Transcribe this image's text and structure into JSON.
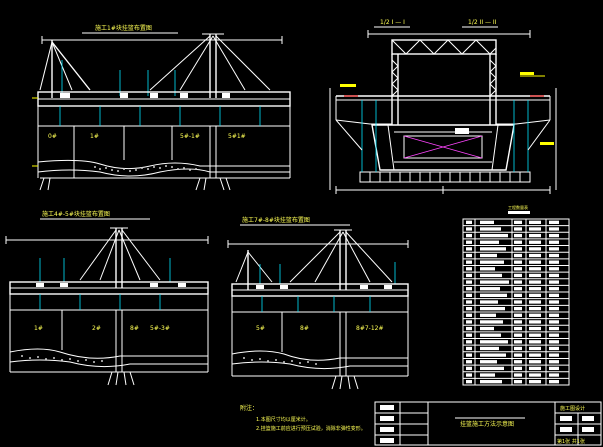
{
  "views": {
    "top_left": {
      "title": "施工1#块挂篮布置图",
      "spans": [
        "0#",
        "1#",
        "5#-1#",
        "5#1#"
      ]
    },
    "mid_left": {
      "title": "施工4#-5#块挂篮布置图",
      "spans": [
        "1#",
        "2#",
        "8#",
        "5#-3#"
      ]
    },
    "mid_right": {
      "title": "施工7#-8#块挂篮布置图",
      "spans": [
        "5#",
        "8#",
        "8#7-12#"
      ]
    },
    "section": {
      "labels": [
        "1/2 I — I",
        "1/2 II — II"
      ]
    }
  },
  "table": {
    "title": "工程数量表",
    "rows": 25
  },
  "notes": {
    "heading": "附注：",
    "lines": [
      "1.本图尺寸均以厘米计。",
      "2.挂篮施工前应进行预压试验，消除非弹性变形。"
    ]
  },
  "title_block": {
    "drawing_title": "挂篮施工方法示意图",
    "project": "施工图设计",
    "sheet": "第1张 共1张"
  }
}
